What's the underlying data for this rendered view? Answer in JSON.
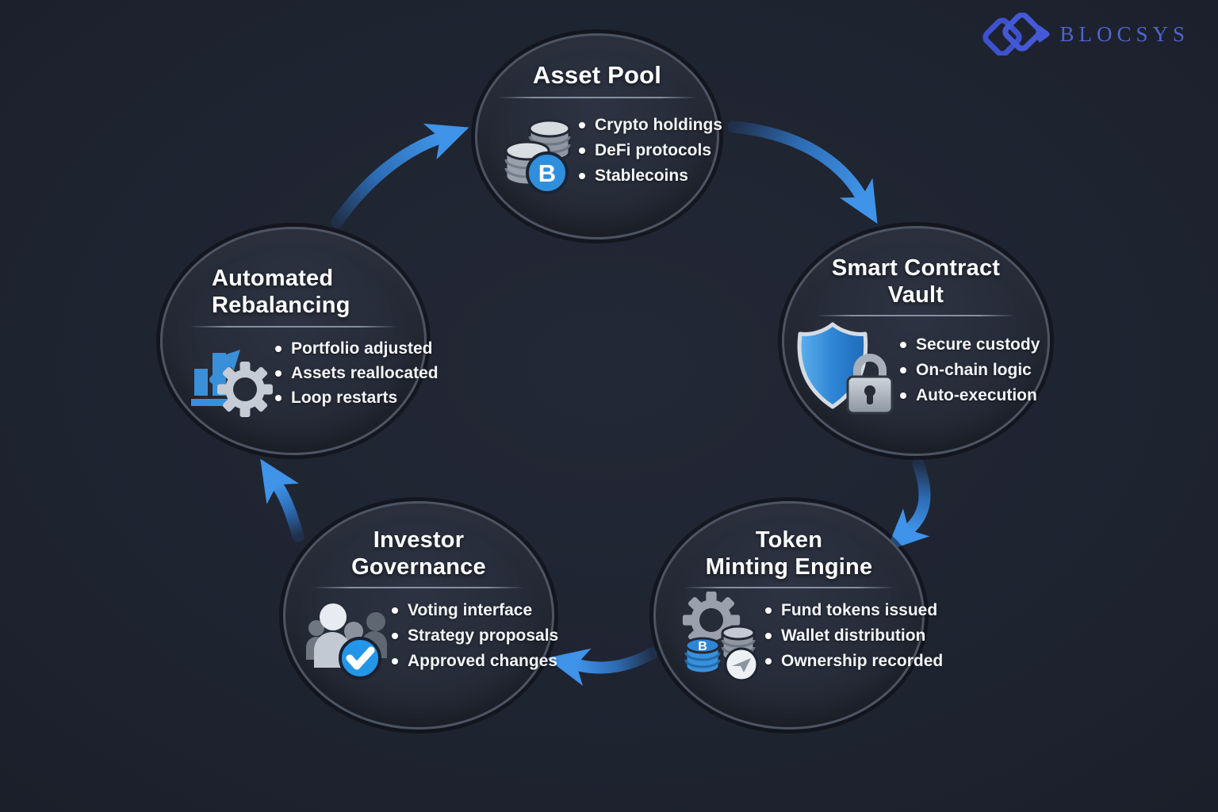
{
  "brand": {
    "name": "BLOCSYS"
  },
  "diagram_type": "circular-flow",
  "nodes": [
    {
      "id": "asset-pool",
      "title_lines": [
        "Asset Pool",
        ""
      ],
      "icon": "coin-stack-bitcoin",
      "bullets": [
        "Crypto holdings",
        "DeFi protocols",
        "Stablecoins"
      ]
    },
    {
      "id": "smart-contract-vault",
      "title_lines": [
        "Smart Contract",
        "Vault"
      ],
      "icon": "shield-lock",
      "bullets": [
        "Secure custody",
        "On-chain logic",
        "Auto-execution"
      ]
    },
    {
      "id": "token-minting-engine",
      "title_lines": [
        "Token",
        "Minting Engine"
      ],
      "icon": "gear-coins-send",
      "bullets": [
        "Fund tokens issued",
        "Wallet distribution",
        "Ownership recorded"
      ]
    },
    {
      "id": "investor-governance",
      "title_lines": [
        "Investor",
        "Governance"
      ],
      "icon": "people-check",
      "bullets": [
        "Voting interface",
        "Strategy proposals",
        "Approved changes"
      ]
    },
    {
      "id": "automated-rebalancing",
      "title_lines": [
        "Automated",
        "Rebalancing"
      ],
      "icon": "bar-chart-gear",
      "bullets": [
        "Portfolio adjusted",
        "Assets reallocated",
        "Loop restarts"
      ]
    }
  ],
  "edges": [
    {
      "from": "asset-pool",
      "to": "smart-contract-vault"
    },
    {
      "from": "smart-contract-vault",
      "to": "token-minting-engine"
    },
    {
      "from": "token-minting-engine",
      "to": "investor-governance"
    },
    {
      "from": "investor-governance",
      "to": "automated-rebalancing"
    },
    {
      "from": "automated-rebalancing",
      "to": "asset-pool"
    }
  ],
  "colors": {
    "background": "#1e2330",
    "node_fill": "#272c39",
    "node_border": "#4d5463",
    "arrow_blue": "#3f93e8",
    "accent_blue": "#2e9ae4",
    "text": "#f3f5f8",
    "logo_blue": "#5063d2"
  }
}
